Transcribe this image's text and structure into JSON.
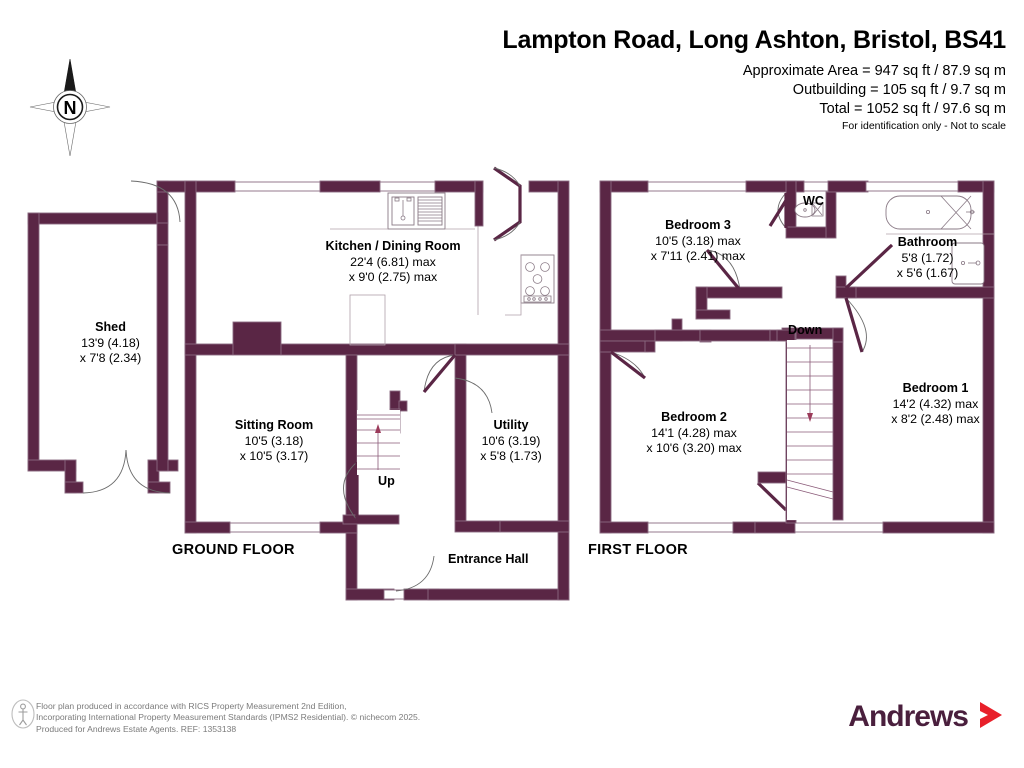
{
  "header": {
    "title": "Lampton Road, Long Ashton, Bristol, BS41",
    "approx_area": "Approximate Area = 947 sq ft / 87.9 sq m",
    "outbuilding": "Outbuilding = 105 sq ft / 9.7 sq m",
    "total": "Total = 1052 sq ft / 97.6 sq m",
    "disclaimer": "For identification only - Not to scale"
  },
  "compass": {
    "north_label": "N"
  },
  "floors": [
    {
      "key": "ground",
      "label": "GROUND FLOOR"
    },
    {
      "key": "first",
      "label": "FIRST FLOOR"
    }
  ],
  "ground_floor": {
    "label": "GROUND FLOOR",
    "rooms": [
      {
        "name": "Shed",
        "dim1": "13'9 (4.18)",
        "dim2": "x 7'8 (2.34)"
      },
      {
        "name": "Kitchen / Dining Room",
        "dim1": "22'4 (6.81) max",
        "dim2": "x 9'0 (2.75) max"
      },
      {
        "name": "Sitting Room",
        "dim1": "10'5 (3.18)",
        "dim2": "x 10'5 (3.17)"
      },
      {
        "name": "Utility",
        "dim1": "10'6 (3.19)",
        "dim2": "x 5'8 (1.73)"
      }
    ],
    "tags": [
      {
        "name": "Entrance Hall"
      },
      {
        "name": "Up"
      }
    ]
  },
  "first_floor": {
    "label": "FIRST FLOOR",
    "rooms": [
      {
        "name": "Bedroom 3",
        "dim1": "10'5 (3.18) max",
        "dim2": "x 7'11 (2.41) max"
      },
      {
        "name": "Bathroom",
        "dim1": "5'8 (1.72)",
        "dim2": "x 5'6 (1.67)"
      },
      {
        "name": "Bedroom 1",
        "dim1": "14'2 (4.32) max",
        "dim2": "x 8'2 (2.48) max"
      },
      {
        "name": "Bedroom 2",
        "dim1": "14'1 (4.28) max",
        "dim2": "x 10'6 (3.20) max"
      }
    ],
    "tags": [
      {
        "name": "WC"
      },
      {
        "name": "Down"
      }
    ]
  },
  "footer": {
    "line1": "Floor plan produced in accordance with RICS Property Measurement 2nd Edition,",
    "line2": "Incorporating International Property Measurement Standards (IPMS2 Residential).   © nichecom 2025.",
    "line3": "Produced for Andrews Estate Agents.   REF: 1353138",
    "brand": "Andrews"
  },
  "colors": {
    "wall": "#5a2645",
    "wall_edge": "#8a6a80",
    "brand_text": "#4a1f3d",
    "brand_chevron": "#e8202a",
    "footer_text": "#7b7b7b",
    "fixture_line": "#8a7a86"
  }
}
